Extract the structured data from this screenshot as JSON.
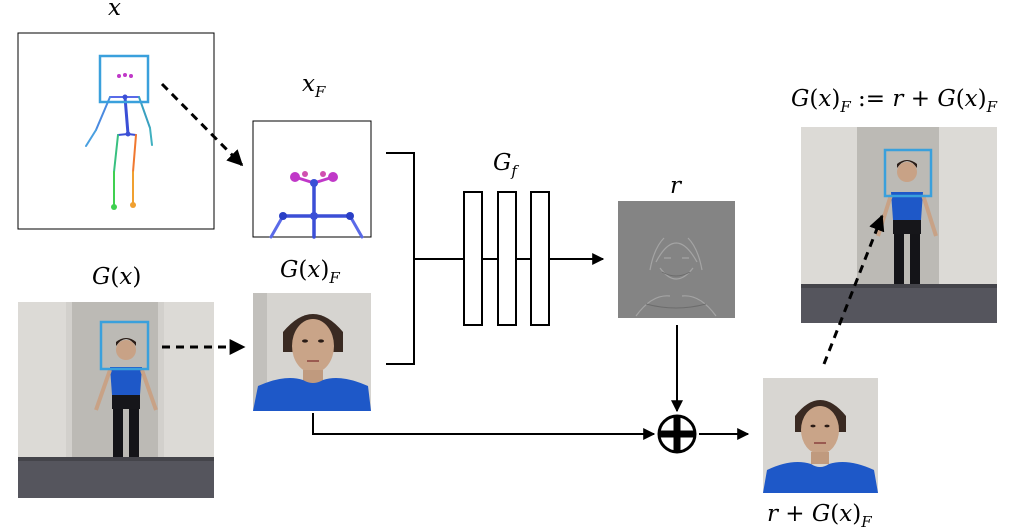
{
  "labels": {
    "x": {
      "var": "x"
    },
    "x_F": {
      "var": "x",
      "sub": "F"
    },
    "G_x": {
      "g": "G",
      "open": "(",
      "var": "x",
      "close": ")"
    },
    "G_x_F": {
      "g": "G",
      "open": "(",
      "var": "x",
      "close": ")",
      "sub": "F"
    },
    "G_f": {
      "g": "G",
      "sub": "f"
    },
    "r": {
      "var": "r"
    },
    "update": {
      "g": "G",
      "open": "(",
      "var": "x",
      "close": ")",
      "sub": "F",
      "op": " := ",
      "r": "r",
      "plus": " + ",
      "g2": "G",
      "open2": "(",
      "var2": "x",
      "close2": ")",
      "sub2": "F"
    },
    "sum": {
      "r": "r",
      "plus": " + ",
      "g": "G",
      "open": "(",
      "var": "x",
      "close": ")",
      "sub": "F"
    }
  },
  "colors": {
    "crop_box": "#3aa0dc",
    "shirt": "#1e58c8",
    "skeleton_blue": "#3b4fd6",
    "skeleton_magenta": "#c038c8",
    "leg_right": "#2fc06a",
    "leg_left": "#f0902a",
    "floor": "#55555d",
    "door": "#bcbab5",
    "wall": "#dcdad6",
    "residual": "#848484"
  },
  "icons": [
    "plus-circle-icon",
    "dashed-arrow-icon",
    "arrowhead-icon"
  ]
}
